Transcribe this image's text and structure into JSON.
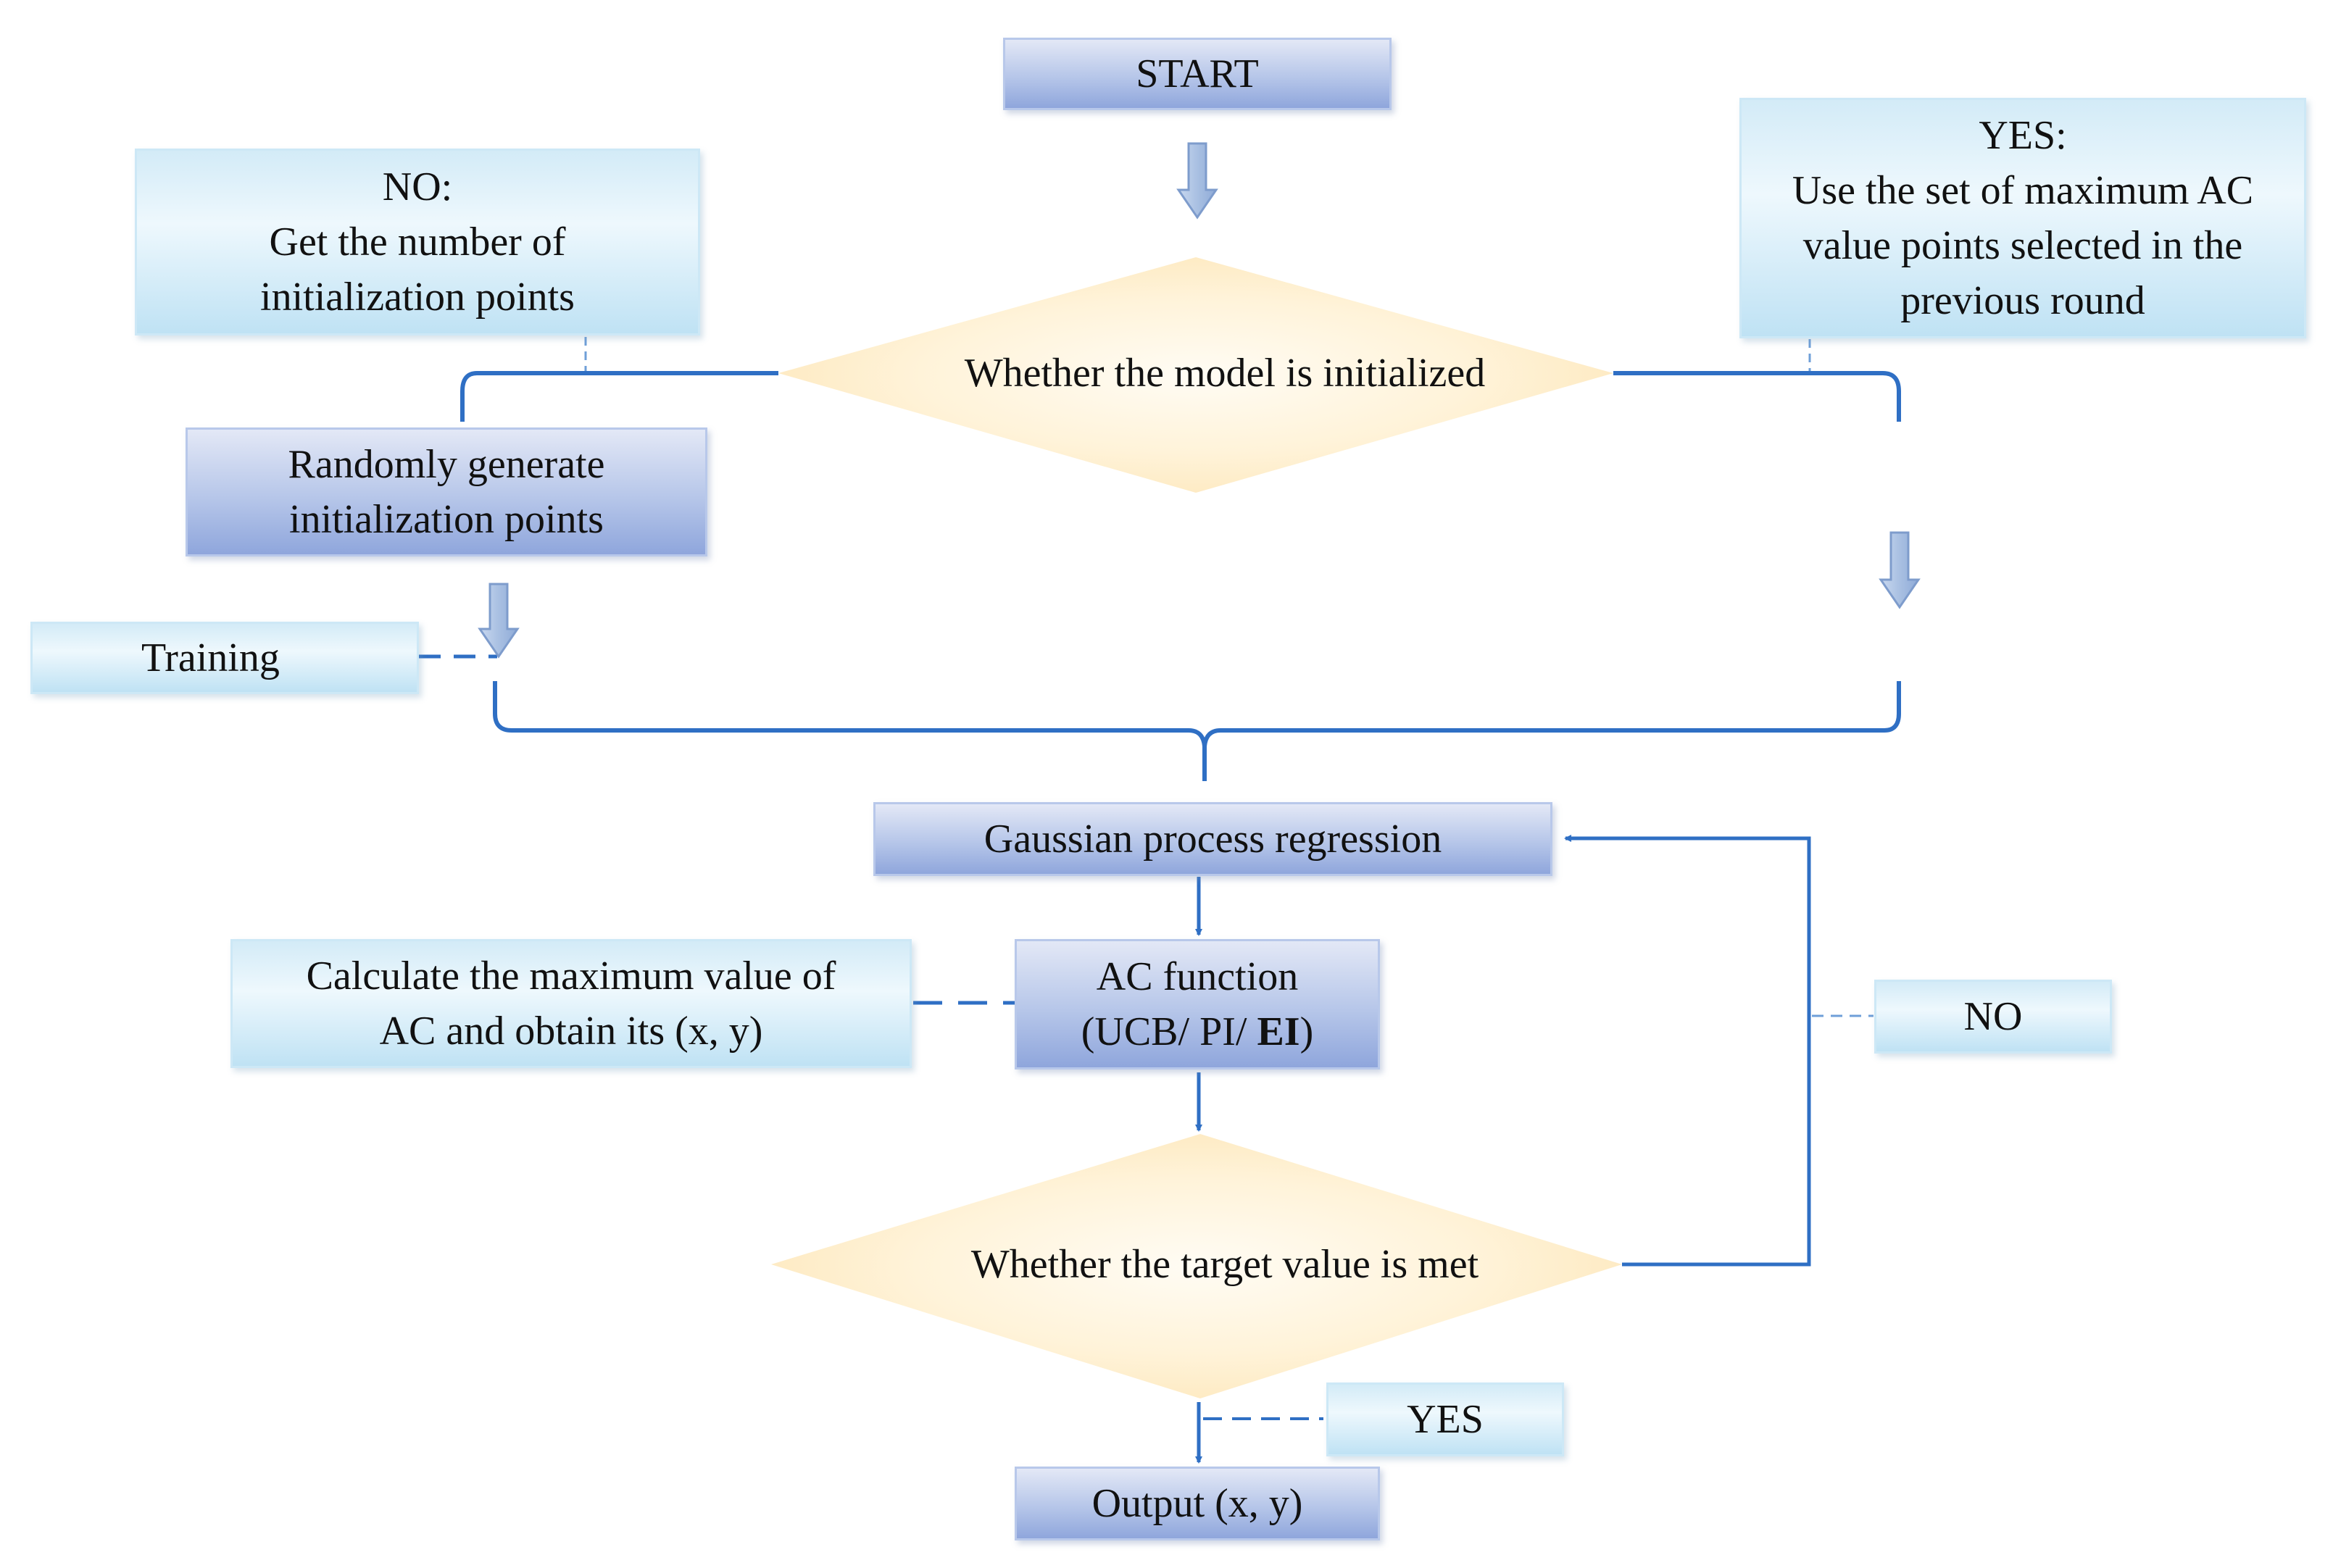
{
  "nodes": {
    "start": "START",
    "no_note": [
      "NO:",
      "Get the number of",
      "initialization points"
    ],
    "yes_note": [
      "YES:",
      "Use the set of maximum AC",
      "value points selected in the",
      "previous round"
    ],
    "decision_init": "Whether the model is initialized",
    "random_gen": [
      "Randomly generate",
      "initialization points"
    ],
    "training": "Training",
    "gpr": "Gaussian process regression",
    "calc_max": [
      "Calculate the maximum value of",
      "AC and obtain its (x, y)"
    ],
    "ac_function": {
      "line1": "AC function",
      "line2_prefix": "(UCB/ PI/ ",
      "line2_bold": "EI",
      "line2_suffix": ")"
    },
    "no_label": "NO",
    "decision_target": "Whether the target value is met",
    "yes_label": "YES",
    "output": "Output (x, y)"
  },
  "colors": {
    "connector": "#2f6fc4",
    "dashed": "#6f9fd8",
    "block_arrow_fill": "#a9c0e2",
    "block_arrow_stroke": "#7e9ccc",
    "diamond_edge": "#fde7ba",
    "diamond_center": "#fffaf0"
  }
}
